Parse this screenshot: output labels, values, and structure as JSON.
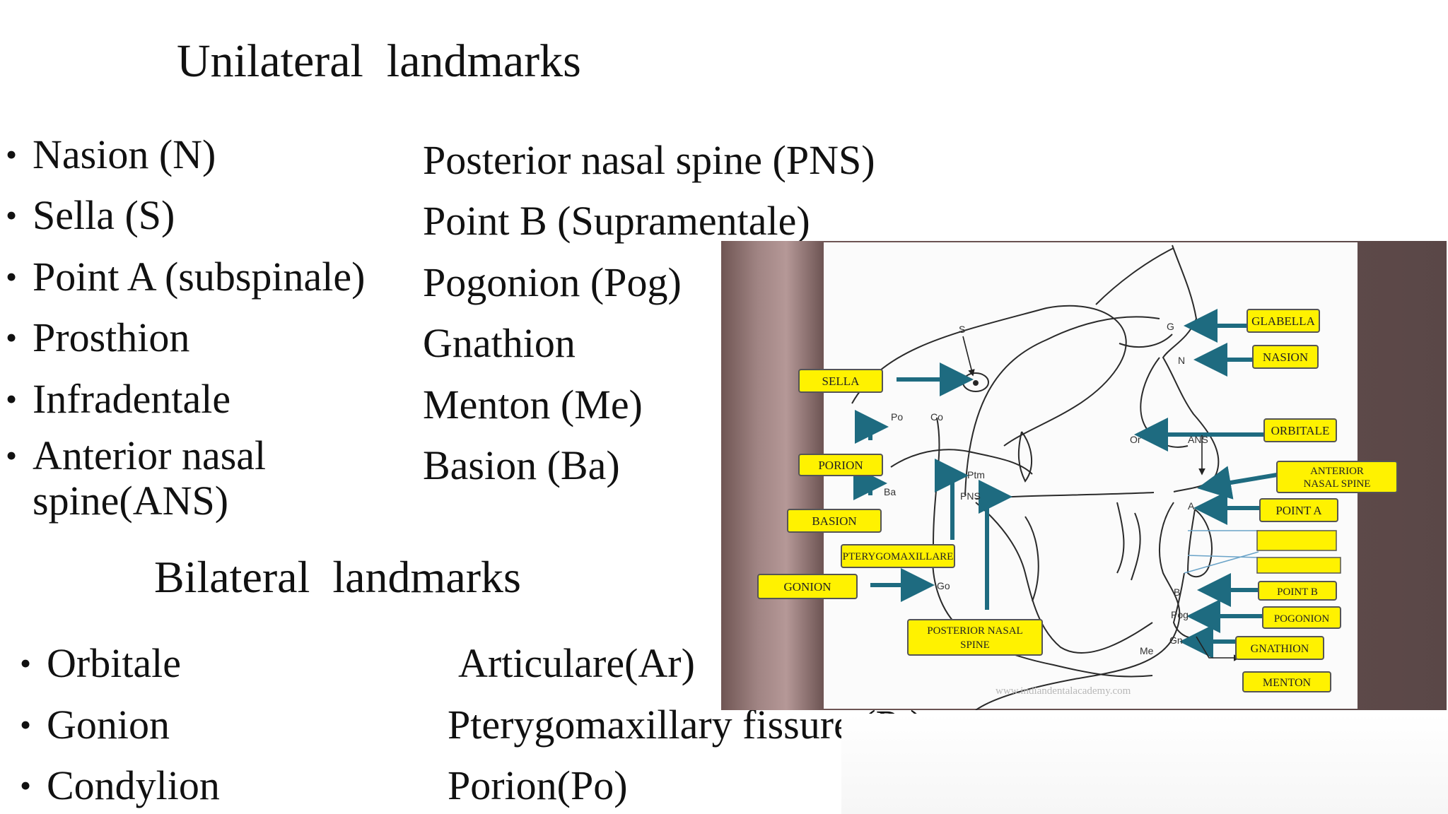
{
  "headings": {
    "unilateral": "Unilateral  landmarks",
    "bilateral": "Bilateral  landmarks"
  },
  "unilateral": {
    "left_column": [
      "Nasion (N)",
      "Sella (S)",
      "Point A (subspinale)",
      "Prosthion",
      "Infradentale",
      "Anterior nasal",
      "spine(ANS)"
    ],
    "right_column": [
      "Posterior nasal spine (PNS)",
      "Point B (Supramentale)",
      "Pogonion (Pog)",
      "Gnathion",
      "Menton (Me)",
      "Basion (Ba)"
    ]
  },
  "bilateral": {
    "left_column": [
      "Orbitale",
      "Gonion",
      "Condylion"
    ],
    "right_column": [
      "Articulare(Ar)",
      "Pterygomaxillary fissure (Pt)",
      "Porion(Po)"
    ]
  },
  "bullet_glyph": "•",
  "figure": {
    "watermark": "www.indiandentalacademy.com",
    "label_color": "#fff200",
    "arrow_color": "#1e6b80",
    "boxes": {
      "glabella": "GLABELLA",
      "nasion": "NASION",
      "sella": "SELLA",
      "orbitale": "ORBITALE",
      "porion": "PORION",
      "ans_line1": "ANTERIOR",
      "ans_line2": "NASAL SPINE",
      "basion": "BASION",
      "point_a": "POINT A",
      "pterygomaxillare": "PTERYGOMAXILLARE",
      "gonion": "GONION",
      "point_b": "POINT B",
      "pogonion": "POGONION",
      "pns_line1": "POSTERIOR NASAL",
      "pns_line2": "SPINE",
      "gnathion": "GNATHION",
      "menton": "MENTON"
    },
    "points": {
      "s": "S",
      "g": "G",
      "n": "N",
      "po": "Po",
      "co": "Co",
      "or": "Or",
      "ans": "ANS",
      "ba": "Ba",
      "ptm": "Ptm",
      "pns": "PNS",
      "a": "A",
      "go": "Go",
      "b": "B",
      "pog": "Pog",
      "gn": "Gn",
      "me": "Me"
    }
  }
}
